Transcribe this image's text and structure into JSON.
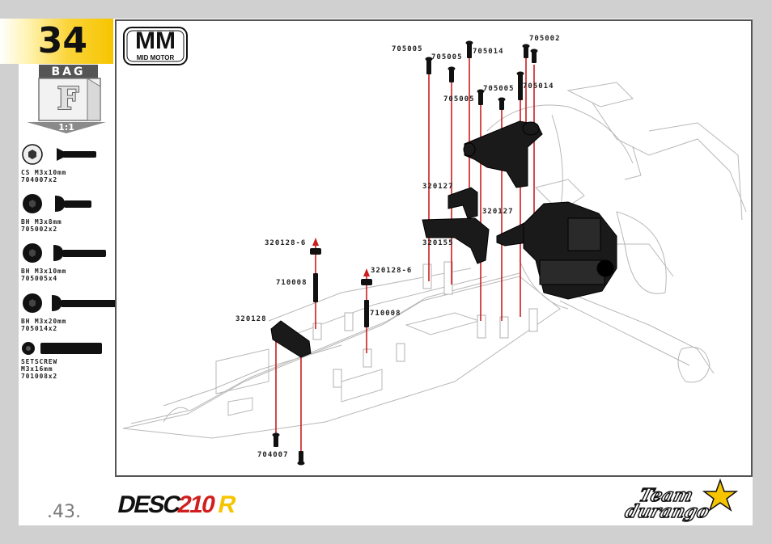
{
  "step": {
    "number": "34"
  },
  "bag": {
    "label": "BAG",
    "letter": "F",
    "scale": "1:1"
  },
  "parts": [
    {
      "name": "CS M3x10mm",
      "code": "704007x2",
      "icon": "countersunk-screw-icon"
    },
    {
      "name": "BH M3x8mm",
      "code": "705002x2",
      "icon": "button-head-screw-icon"
    },
    {
      "name": "BH M3x10mm",
      "code": "705005x4",
      "icon": "button-head-screw-icon"
    },
    {
      "name": "BH M3x20mm",
      "code": "705014x2",
      "icon": "button-head-screw-icon"
    },
    {
      "name": "SETSCREW\nM3x16mm",
      "code": "701008x2",
      "icon": "setscrew-icon"
    }
  ],
  "badge": {
    "title": "MM",
    "subtitle": "MID MOTOR"
  },
  "callouts": [
    "705005",
    "705005",
    "705014",
    "705002",
    "705005",
    "705005",
    "705014",
    "320127",
    "320127",
    "320155",
    "320128-6",
    "320128-6",
    "710008",
    "710008",
    "320128",
    "704007"
  ],
  "footer": {
    "page": ".43.",
    "product_logo": "DESC210R",
    "brand_logo": "Team durango"
  },
  "colors": {
    "accent_yellow": "#f6c500",
    "arrow_red": "#cc1e1e",
    "part_black": "#111111"
  }
}
